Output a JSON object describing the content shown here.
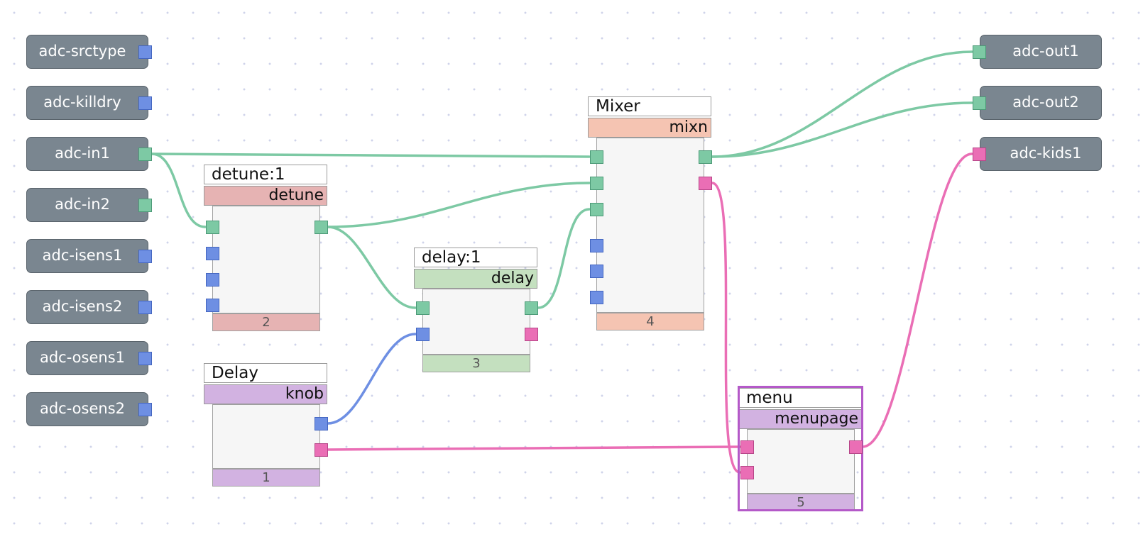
{
  "colors": {
    "green": "#7dc9a4",
    "blue": "#6e8fe3",
    "pink": "#ea6eb5",
    "io_block": "#7a8690",
    "selection": "#b459c8"
  },
  "inputs": [
    {
      "label": "adc-srctype",
      "port": "blue"
    },
    {
      "label": "adc-killdry",
      "port": "blue"
    },
    {
      "label": "adc-in1",
      "port": "green"
    },
    {
      "label": "adc-in2",
      "port": "green"
    },
    {
      "label": "adc-isens1",
      "port": "blue"
    },
    {
      "label": "adc-isens2",
      "port": "blue"
    },
    {
      "label": "adc-osens1",
      "port": "blue"
    },
    {
      "label": "adc-osens2",
      "port": "blue"
    }
  ],
  "outputs": [
    {
      "label": "adc-out1",
      "port": "green"
    },
    {
      "label": "adc-out2",
      "port": "green"
    },
    {
      "label": "adc-kids1",
      "port": "pink"
    }
  ],
  "nodes": {
    "detune": {
      "title": "detune:1",
      "type": "detune",
      "index": "2",
      "inputs": [
        "green",
        "blue",
        "blue",
        "blue"
      ],
      "outputs": [
        "green"
      ]
    },
    "delay_knob": {
      "title": "Delay",
      "type": "knob",
      "index": "1",
      "inputs": [],
      "outputs": [
        "blue",
        "pink"
      ]
    },
    "delay": {
      "title": "delay:1",
      "type": "delay",
      "index": "3",
      "inputs": [
        "green",
        "blue"
      ],
      "outputs": [
        "green",
        "pink"
      ]
    },
    "mixer": {
      "title": "Mixer",
      "type": "mixn",
      "index": "4",
      "inputs": [
        "green",
        "green",
        "green",
        "blue",
        "blue",
        "blue"
      ],
      "outputs": [
        "green",
        "pink"
      ]
    },
    "menu": {
      "title": "menu",
      "type": "menupage",
      "index": "5",
      "inputs": [
        "pink",
        "pink"
      ],
      "outputs": [
        "pink"
      ],
      "selected": true
    }
  },
  "connections": [
    {
      "from": "adc-in1",
      "to": "Mixer in 1",
      "color": "green"
    },
    {
      "from": "adc-in1",
      "to": "detune:1 in 1",
      "color": "green"
    },
    {
      "from": "detune:1 out 1",
      "to": "Mixer in 2",
      "color": "green"
    },
    {
      "from": "detune:1 out 1",
      "to": "delay:1 in 1",
      "color": "green"
    },
    {
      "from": "delay:1 out 1",
      "to": "Mixer in 3",
      "color": "green"
    },
    {
      "from": "Delay knob out 1",
      "to": "delay:1 in 2",
      "color": "blue"
    },
    {
      "from": "Delay knob out 2",
      "to": "menu in 1",
      "color": "pink"
    },
    {
      "from": "Mixer out 1",
      "to": "adc-out1",
      "color": "green"
    },
    {
      "from": "Mixer out 1",
      "to": "adc-out2",
      "color": "green"
    },
    {
      "from": "Mixer out 2",
      "to": "menu in 2",
      "color": "pink"
    },
    {
      "from": "menu out 1",
      "to": "adc-kids1",
      "color": "pink"
    }
  ]
}
